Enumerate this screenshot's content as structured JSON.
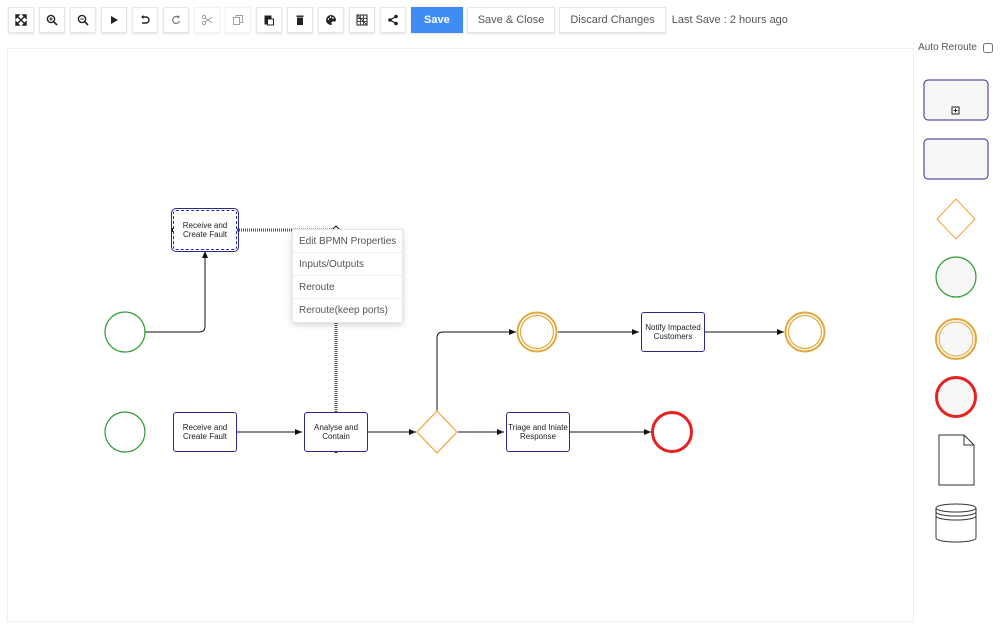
{
  "toolbar": {
    "icons": [
      "fit-screen-icon",
      "zoom-in-icon",
      "zoom-out-icon",
      "play-icon",
      "undo-icon",
      "redo-icon",
      "cut-icon",
      "copy-icon",
      "paste-icon",
      "delete-icon",
      "palette-icon",
      "grid-icon",
      "share-icon"
    ],
    "save_label": "Save",
    "save_close_label": "Save & Close",
    "discard_label": "Discard Changes",
    "last_save": "Last Save : 2 hours ago"
  },
  "diagram": {
    "tasks": {
      "receive_top": "Receive and Create Fault",
      "receive_bottom": "Receive and Create Fault",
      "analyse": "Analyse and Contain",
      "triage": "Triage and Iniate Response",
      "notify": "Notify Impacted Customers"
    },
    "colors": {
      "task_border": "#2b2a8c",
      "start_event": "#2e9a2e",
      "intermediate_event": "#e3a73b",
      "end_event": "#e52222",
      "gateway": "#f0a23a",
      "accent": "#3f8cf5"
    }
  },
  "context_menu": {
    "items": [
      "Edit BPMN Properties",
      "Inputs/Outputs",
      "Reroute",
      "Reroute(keep ports)"
    ]
  },
  "palette": {
    "auto_reroute_label": "Auto Reroute",
    "auto_reroute_checked": false,
    "items": [
      "subprocess",
      "task",
      "gateway",
      "start-event",
      "intermediate-event",
      "end-event",
      "data-object",
      "data-store"
    ]
  }
}
